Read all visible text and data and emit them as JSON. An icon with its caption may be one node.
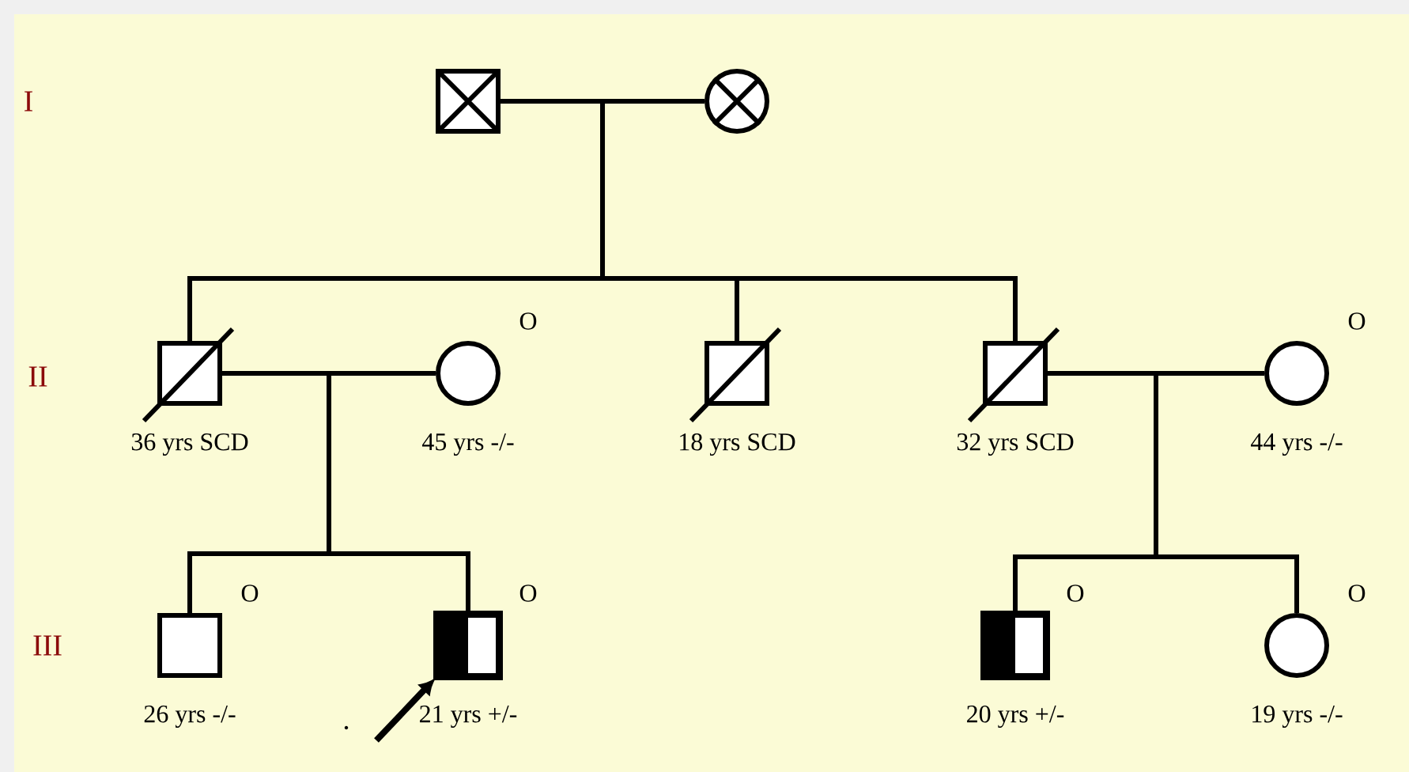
{
  "diagram": {
    "nodes": [
      {
        "text": [],
        "shape": "box"
      },
      {
        "text": [],
        "shape": "circle"
      },
      {
        "text": [],
        "shape": "box",
        "beside": [
          "36 yrs SCD"
        ]
      },
      {
        "text": [],
        "shape": "circle",
        "beside": [
          "45 yrs -/-",
          "O"
        ]
      },
      {
        "text": [],
        "shape": "box",
        "beside": [
          "18 yrs SCD"
        ]
      },
      {
        "text": [],
        "shape": "box",
        "beside": [
          "32 yrs SCD"
        ]
      },
      {
        "text": [],
        "shape": "circle",
        "beside": [
          "44 yrs -/-",
          "O"
        ]
      },
      {
        "text": [],
        "shape": "box",
        "beside": [
          "26 yrs -/-",
          "O"
        ]
      },
      {
        "text": [],
        "shape": "box",
        "beside": [
          "21 yrs +/-",
          "O"
        ]
      },
      {
        "text": [],
        "shape": "box",
        "beside": [
          "20 yrs +/-",
          "O"
        ]
      },
      {
        "text": [],
        "shape": "circle",
        "beside": [
          "19 yrs -/-",
          "O"
        ]
      }
    ],
    "edges": [
      {
        "from": 0,
        "to": 1,
        "arrow": "none"
      },
      {
        "from": 0,
        "to": 2,
        "arrow": "none"
      },
      {
        "from": 0,
        "to": 4,
        "arrow": "none"
      },
      {
        "from": 0,
        "to": 5,
        "arrow": "none"
      },
      {
        "from": 2,
        "to": 3,
        "arrow": "none"
      },
      {
        "from": 2,
        "to": 7,
        "arrow": "none"
      },
      {
        "from": 2,
        "to": 8,
        "arrow": "none"
      },
      {
        "from": 5,
        "to": 6,
        "arrow": "none"
      },
      {
        "from": 5,
        "to": 9,
        "arrow": "none"
      },
      {
        "from": 5,
        "to": 10,
        "arrow": "none"
      },
      {
        "from": null,
        "to": 8,
        "arrow": "to"
      }
    ],
    "labels": [
      "I",
      "II",
      "III",
      "."
    ]
  }
}
